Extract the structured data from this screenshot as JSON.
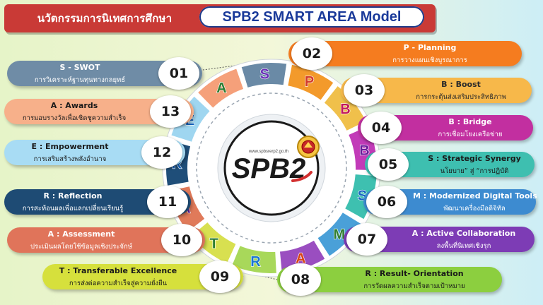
{
  "header": {
    "thai_title": "นวัตกรรมการนิเทศการศึกษา",
    "model_title": "SPB2 SMART AREA Model",
    "accent": "#c93a36"
  },
  "center_logo": {
    "text": "SPB2",
    "url_text": "www.spbsrerp2.go.th",
    "seal": "school-seal-emblem"
  },
  "wheel_letters": [
    {
      "letter": "S",
      "color": "#6a8aa6",
      "text_color": "#6a2fb8"
    },
    {
      "letter": "P",
      "color": "#f39a2b",
      "text_color": "#d33a2a"
    },
    {
      "letter": "B",
      "color": "#f0c04b",
      "text_color": "#c2185b"
    },
    {
      "letter": "B",
      "color": "#c23bb8",
      "text_color": "#6a1b9a"
    },
    {
      "letter": "S",
      "color": "#3ec0b0",
      "text_color": "#1565c0"
    },
    {
      "letter": "M",
      "color": "#4aa0d8",
      "text_color": "#2e7d32"
    },
    {
      "letter": "A",
      "color": "#9a4ec0",
      "text_color": "#d84315"
    },
    {
      "letter": "R",
      "color": "#a8d85a",
      "text_color": "#1976d2"
    },
    {
      "letter": "T",
      "color": "#d8e050",
      "text_color": "#2e7d32"
    },
    {
      "letter": "A",
      "color": "#e07a5a",
      "text_color": "#6a1b9a"
    },
    {
      "letter": "R",
      "color": "#1f4e79",
      "text_color": "#1565c0"
    },
    {
      "letter": "E",
      "color": "#9fd6f0",
      "text_color": "#1565c0"
    },
    {
      "letter": "A",
      "color": "#f5a07a",
      "text_color": "#2e7d32"
    }
  ],
  "cards": [
    {
      "num": "01",
      "title": "S - SWOT",
      "desc": "การวิเคราะห์ฐานทุนทางกลยุทธ์",
      "color": "#6f8ca6",
      "text": "#ffffff",
      "side": "left"
    },
    {
      "num": "02",
      "title": "P - Planning",
      "desc": "การวางแผนเชิงบูรณาการ",
      "color": "#f57c1f",
      "text": "#ffffff",
      "side": "right"
    },
    {
      "num": "03",
      "title": "B : Boost",
      "desc": "การกระตุ้นส่งเสริมประสิทธิภาพ",
      "color": "#f7b84a",
      "text": "#2a2a2a",
      "side": "right"
    },
    {
      "num": "04",
      "title": "B : Bridge",
      "desc": "การเชื่อมโยงเครือข่าย",
      "color": "#c22fa0",
      "text": "#ffffff",
      "side": "right"
    },
    {
      "num": "05",
      "title": "S : Strategic Synergy",
      "desc": "นโยบาย” สู่ “การปฏิบัติ",
      "color": "#3ebfb0",
      "text": "#1a1a1a",
      "side": "right"
    },
    {
      "num": "06",
      "title": "M : Modernized Digital Tools",
      "desc": "พัฒนาเครื่องมือดิจิทัล",
      "color": "#3d8bd0",
      "text": "#ffffff",
      "side": "right"
    },
    {
      "num": "07",
      "title": "A : Active Collaboration",
      "desc": "ลงพื้นที่นิเทศเชิงรุก",
      "color": "#7d3cb5",
      "text": "#ffffff",
      "side": "right"
    },
    {
      "num": "08",
      "title": "R : Result- Orientation",
      "desc": "การวัดผลความสำเร็จตามเป้าหมาย",
      "color": "#8ccf3f",
      "text": "#1a1a1a",
      "side": "right"
    },
    {
      "num": "09",
      "title": "T : Transferable Excellence",
      "desc": "การส่งต่อความสำเร็จสู่ความยั่งยืน",
      "color": "#d6e03c",
      "text": "#1a1a1a",
      "side": "left"
    },
    {
      "num": "10",
      "title": "A : Assessment",
      "desc": "ประเมินผลโดยใช้ข้อมูลเชิงประจักษ์",
      "color": "#e0745a",
      "text": "#ffffff",
      "side": "left"
    },
    {
      "num": "11",
      "title": "R : Reflection",
      "desc": "การสะท้อนผลเพื่อแลกเปลี่ยนเรียนรู้",
      "color": "#1e4b74",
      "text": "#ffffff",
      "side": "left"
    },
    {
      "num": "12",
      "title": "E : Empowerment",
      "desc": "การเสริมสร้างพลังอำนาจ",
      "color": "#a8dcf4",
      "text": "#1a1a1a",
      "side": "left"
    },
    {
      "num": "13",
      "title": "A : Awards",
      "desc": "การมอบรางวัลเพื่อเชิดชูความสำเร็จ",
      "color": "#f7b08a",
      "text": "#1a1a1a",
      "side": "left"
    }
  ]
}
